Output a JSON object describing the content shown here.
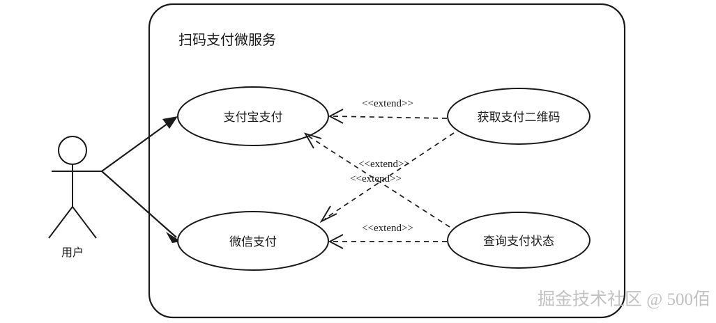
{
  "diagram": {
    "type": "uml-use-case-diagram",
    "boundary": {
      "title": "扫码支付微服务"
    },
    "actor": {
      "label": "用户"
    },
    "use_cases": [
      {
        "id": "alipay",
        "label": "支付宝支付"
      },
      {
        "id": "qrcode",
        "label": "获取支付二维码"
      },
      {
        "id": "wechat",
        "label": "微信支付"
      },
      {
        "id": "status",
        "label": "查询支付状态"
      }
    ],
    "associations": [
      {
        "from": "用户",
        "to": "支付宝支付"
      },
      {
        "from": "用户",
        "to": "微信支付"
      }
    ],
    "extend_relations": [
      {
        "from": "获取支付二维码",
        "to": "支付宝支付",
        "label": "<<extend>>"
      },
      {
        "from": "查询支付状态",
        "to": "支付宝支付",
        "label": "<<extend>>"
      },
      {
        "from": "获取支付二维码",
        "to": "微信支付",
        "label": "<<extend>>"
      },
      {
        "from": "查询支付状态",
        "to": "微信支付",
        "label": "<<extend>>"
      }
    ],
    "stereotype_labels": {
      "top_right": "<<extend>>",
      "center_upper": "<<extend>>",
      "center_lower": "<<extend>>",
      "bottom_right": "<<extend>>"
    },
    "watermark": "掘金技术社区 @ 500佰",
    "colors": {
      "stroke": "#1a1a1a",
      "fill": "#ffffff",
      "watermark": "#c2c2c2"
    }
  }
}
